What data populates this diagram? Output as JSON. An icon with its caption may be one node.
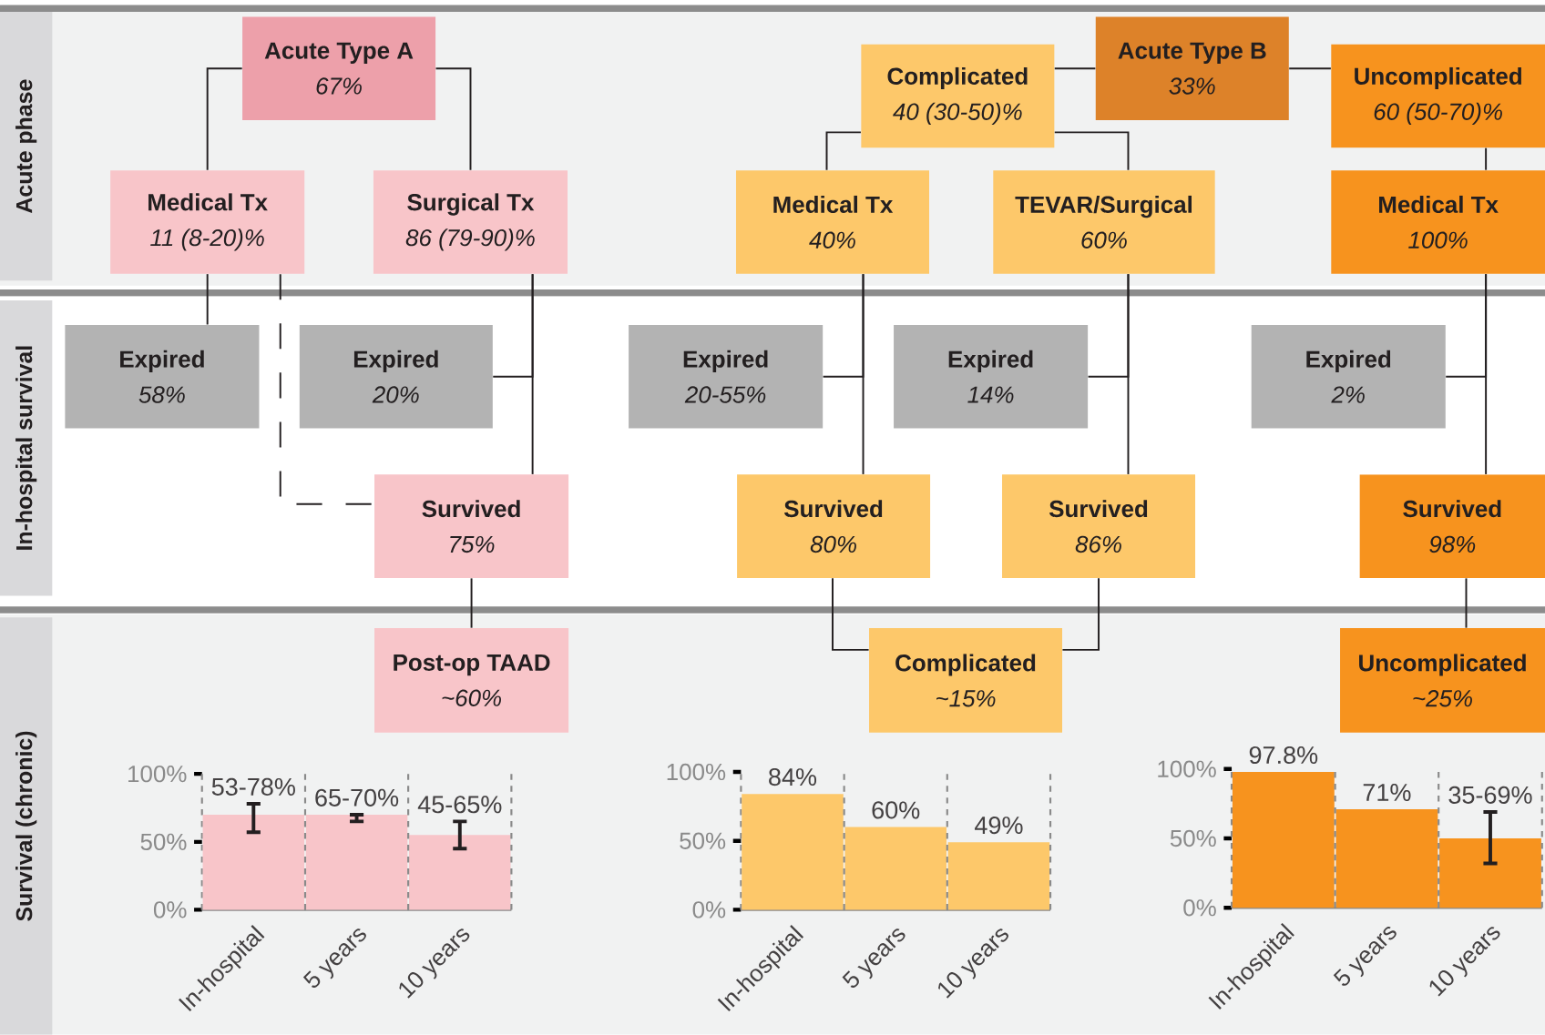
{
  "diagram": {
    "nodes": [
      {
        "text": [
          "Acute Type A",
          "67%"
        ]
      },
      {
        "text": [
          "Medical Tx",
          "11 (8-20)%"
        ]
      },
      {
        "text": [
          "Surgical Tx",
          "86 (79-90)%"
        ]
      },
      {
        "text": [
          "Complicated",
          "40 (30-50)%"
        ]
      },
      {
        "text": [
          "Acute Type B",
          "33%"
        ]
      },
      {
        "text": [
          "Uncomplicated",
          "60 (50-70)%"
        ]
      },
      {
        "text": [
          "Medical Tx",
          "40%"
        ]
      },
      {
        "text": [
          "TEVAR/Surgical",
          "60%"
        ]
      },
      {
        "text": [
          "Medical Tx",
          "100%"
        ]
      },
      {
        "text": [
          "Expired",
          "58%"
        ]
      },
      {
        "text": [
          "Expired",
          "20%"
        ]
      },
      {
        "text": [
          "Expired",
          "20-55%"
        ]
      },
      {
        "text": [
          "Expired",
          "14%"
        ]
      },
      {
        "text": [
          "Expired",
          "2%"
        ]
      },
      {
        "text": [
          "Survived",
          "75%"
        ]
      },
      {
        "text": [
          "Survived",
          "80%"
        ]
      },
      {
        "text": [
          "Survived",
          "86%"
        ]
      },
      {
        "text": [
          "Survived",
          "98%"
        ]
      },
      {
        "text": [
          "Post-op TAAD",
          "~60%"
        ]
      },
      {
        "text": [
          "Complicated",
          "~15%"
        ]
      },
      {
        "text": [
          "Uncomplicated",
          "~25%"
        ]
      },
      {
        "text": [
          "Acute phase"
        ]
      },
      {
        "text": [
          "In-hospital survival"
        ]
      },
      {
        "text": [
          "Survival (chronic)"
        ]
      }
    ],
    "edges": [
      {
        "from": 0,
        "to": 1,
        "arrow": "none"
      },
      {
        "from": 0,
        "to": 2,
        "arrow": "none"
      },
      {
        "from": 4,
        "to": 3,
        "arrow": "none"
      },
      {
        "from": 4,
        "to": 5,
        "arrow": "none"
      },
      {
        "from": 3,
        "to": 6,
        "arrow": "none"
      },
      {
        "from": 3,
        "to": 7,
        "arrow": "none"
      },
      {
        "from": 5,
        "to": 8,
        "arrow": "none"
      },
      {
        "from": 1,
        "to": 9,
        "arrow": "none"
      },
      {
        "from": 1,
        "to": 14,
        "arrow": "none",
        "style": "dashed"
      },
      {
        "from": 2,
        "to": 10,
        "arrow": "none"
      },
      {
        "from": 2,
        "to": 14,
        "arrow": "none"
      },
      {
        "from": 6,
        "to": 11,
        "arrow": "none"
      },
      {
        "from": 6,
        "to": 15,
        "arrow": "none"
      },
      {
        "from": 7,
        "to": 12,
        "arrow": "none"
      },
      {
        "from": 7,
        "to": 16,
        "arrow": "none"
      },
      {
        "from": 8,
        "to": 13,
        "arrow": "none"
      },
      {
        "from": 8,
        "to": 17,
        "arrow": "none"
      },
      {
        "from": 14,
        "to": 18,
        "arrow": "none"
      },
      {
        "from": 15,
        "to": 19,
        "arrow": "none"
      },
      {
        "from": 16,
        "to": 19,
        "arrow": "none"
      },
      {
        "from": 17,
        "to": 20,
        "arrow": "none"
      }
    ],
    "chart_data": [
      {
        "type": "bar",
        "categories": [
          "In-hospital",
          "5 years",
          "10 years"
        ],
        "series": [
          {
            "color": "#f8c5c9",
            "values": [
              70,
              70,
              55
            ]
          }
        ],
        "ylim": [
          0,
          100
        ],
        "yticks": [
          {
            "value": 0,
            "label": "0%"
          },
          {
            "value": 50,
            "label": "50%"
          },
          {
            "value": 100,
            "label": "100%"
          }
        ],
        "value_labels": [
          "53-78%",
          "65-70%",
          "45-65%"
        ]
      },
      {
        "type": "bar",
        "categories": [
          "In-hospital",
          "5 years",
          "10 years"
        ],
        "series": [
          {
            "color": "#fdc86a",
            "values": [
              84,
              60,
              49
            ]
          }
        ],
        "ylim": [
          0,
          100
        ],
        "yticks": [
          {
            "value": 0,
            "label": "0%"
          },
          {
            "value": 50,
            "label": "50%"
          },
          {
            "value": 100,
            "label": "100%"
          }
        ],
        "value_labels": [
          "84%",
          "60%",
          "49%"
        ]
      },
      {
        "type": "bar",
        "categories": [
          "In-hospital",
          "5 years",
          "10 years"
        ],
        "series": [
          {
            "color": "#f7931e",
            "values": [
              97.8,
              71,
              50
            ]
          }
        ],
        "ylim": [
          0,
          100
        ],
        "yticks": [
          {
            "value": 0,
            "label": "0%"
          },
          {
            "value": 50,
            "label": "50%"
          },
          {
            "value": 100,
            "label": "100%"
          }
        ],
        "value_labels": [
          "97.8%",
          "71%",
          "35-69%"
        ]
      }
    ]
  }
}
